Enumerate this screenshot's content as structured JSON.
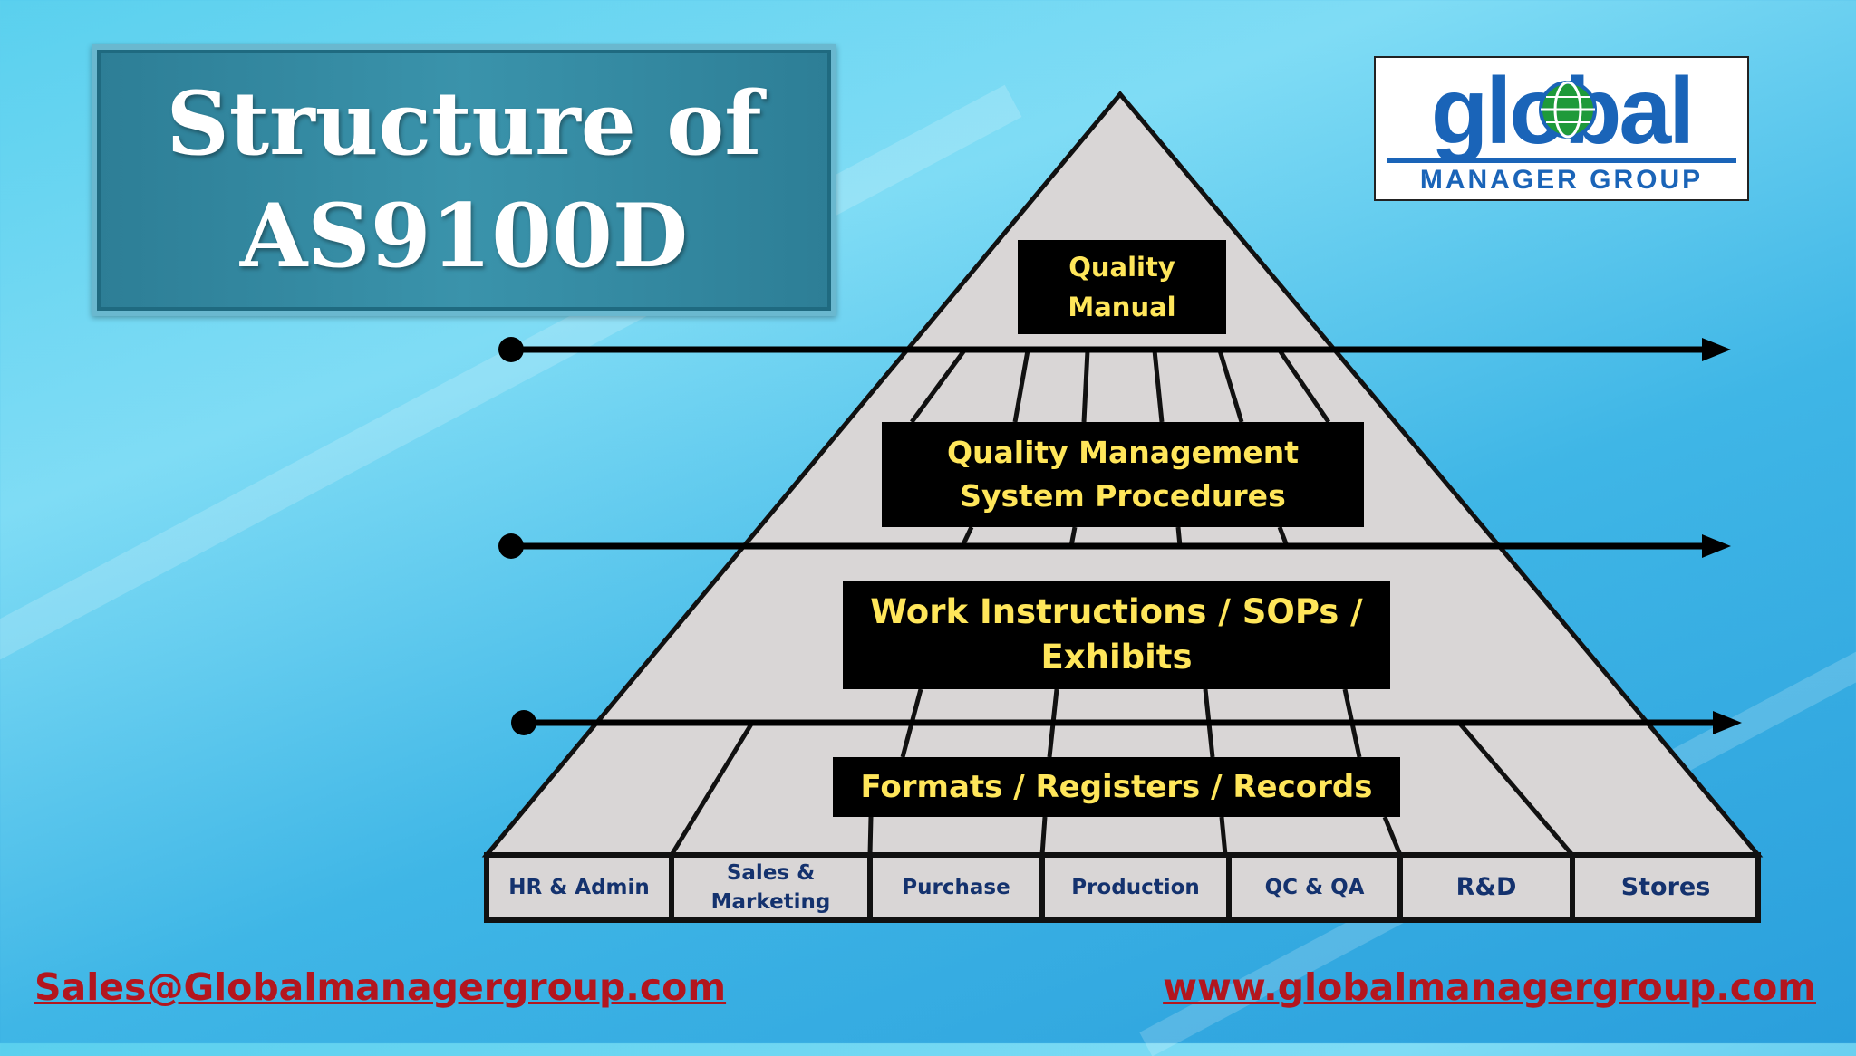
{
  "title": {
    "line1": "Structure of",
    "line2": "AS9100D"
  },
  "logo": {
    "word": "global",
    "subtitle": "MANAGER GROUP"
  },
  "pyramid": {
    "levels": [
      "Quality Manual",
      "Quality Management System Procedures",
      "Work Instructions / SOPs / Exhibits",
      "Formats / Registers / Records"
    ],
    "departments": [
      "HR & Admin",
      "Sales & Marketing",
      "Purchase",
      "Production",
      "QC & QA",
      "R&D",
      "Stores"
    ]
  },
  "footer": {
    "email": "Sales@Globalmanagergroup.com",
    "website": "www.globalmanagergroup.com"
  },
  "colors": {
    "pyramid_fill": "#d9d6d6",
    "box_bg": "#000000",
    "box_text": "#ffe65a",
    "dept_text": "#14326e",
    "footer_text": "#b3161e",
    "logo_blue": "#1a64b8",
    "logo_green": "#1f9a3a"
  }
}
